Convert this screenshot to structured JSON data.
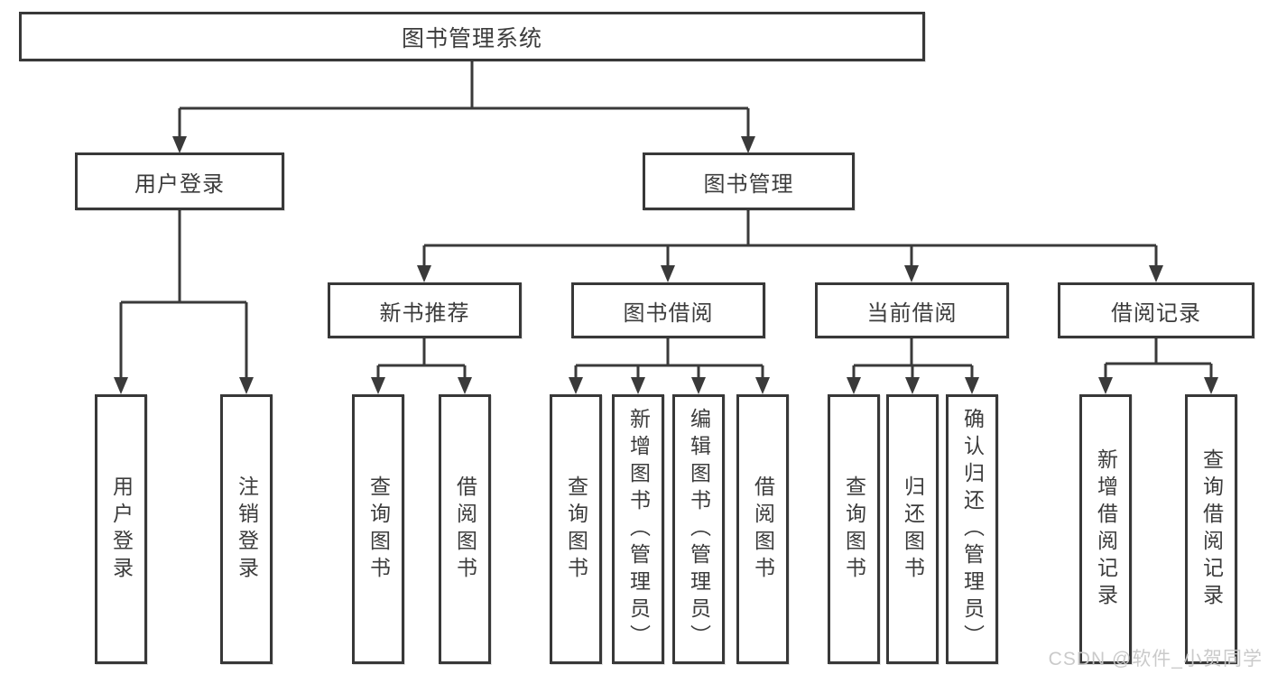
{
  "tree": {
    "label": "图书管理系统",
    "children": [
      {
        "label": "用户登录",
        "children": [
          {
            "label": "用户登录"
          },
          {
            "label": "注销登录"
          }
        ]
      },
      {
        "label": "图书管理",
        "children": [
          {
            "label": "新书推荐",
            "children": [
              {
                "label": "查询图书"
              },
              {
                "label": "借阅图书"
              }
            ]
          },
          {
            "label": "图书借阅",
            "children": [
              {
                "label": "查询图书"
              },
              {
                "label": "新增图书（管理员）"
              },
              {
                "label": "编辑图书（管理员）"
              },
              {
                "label": "借阅图书"
              }
            ]
          },
          {
            "label": "当前借阅",
            "children": [
              {
                "label": "查询图书"
              },
              {
                "label": "归还图书"
              },
              {
                "label": "确认归还（管理员）"
              }
            ]
          },
          {
            "label": "借阅记录",
            "children": [
              {
                "label": "新增借阅记录"
              },
              {
                "label": "查询借阅记录"
              }
            ]
          }
        ]
      }
    ]
  },
  "watermark": {
    "text": "CSDN @软件_小贺同学"
  },
  "colors": {
    "line": "#3a3a3a",
    "box_border": "#383838",
    "text": "#3c3c3c",
    "background": "#ffffff",
    "watermark": "#c7c7c7"
  }
}
